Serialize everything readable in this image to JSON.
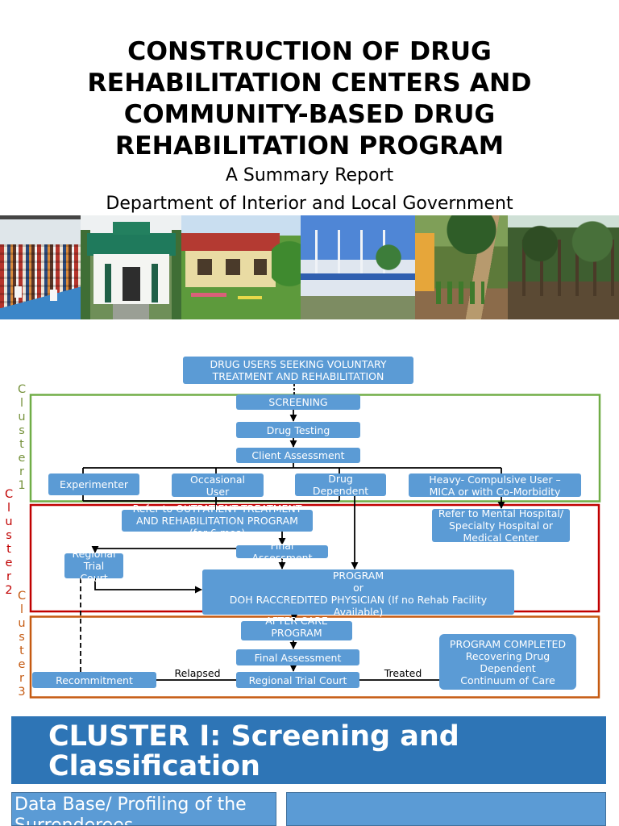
{
  "document": {
    "title_lines": [
      "CONSTRUCTION OF DRUG",
      "REHABILITATION CENTERS AND",
      "COMMUNITY-BASED DRUG",
      "REHABILITATION PROGRAM"
    ],
    "subtitle": "A Summary Report",
    "organization": "Department of Interior and Local Government"
  },
  "flowchart": {
    "nodes": {
      "intake": "DRUG USERS SEEKING VOLUNTARY\nTREATMENT AND REHABILITATION",
      "screening": "SCREENING",
      "drug_testing": "Drug Testing",
      "client_assessment": "Client Assessment",
      "experimenter": "Experimenter",
      "occasional_user": "Occasional\nUser",
      "drug_dependent": "Drug\nDependent",
      "heavy_user": "Heavy- Compulsive User –\nMICA or with Co-Morbidity",
      "outpatient_referral": "Refer to OUTPATIENT TREATMENT\nAND REHABILITATION PROGRAM\n(for 6 mos)",
      "mental_hospital_referral": "Refer to Mental Hospital/\nSpecialty Hospital or\nMedical Center",
      "court_cluster2": "Regional\nTrial\nCourt",
      "final_assessment_cluster2": "Final\nAssessment",
      "residential_program": "PROGRAM\nor\nDOH RACCREDITED PHYSICIAN (If no Rehab Facility\nAvailable)",
      "after_care": "AFTER CARE\nPROGRAM",
      "final_assessment_cluster3": "Final Assessment",
      "court_cluster3": "Regional Trial Court",
      "recommitment": "Recommitment",
      "program_completed": "PROGRAM COMPLETED\nRecovering Drug\nDependent\nContinuum of Care"
    },
    "edge_labels": {
      "relapsed": "Relapsed",
      "treated": "Treated"
    },
    "clusters": [
      {
        "label": "Cluster1",
        "color": "#76923C",
        "border_color": "#70AD47"
      },
      {
        "label": "Cluster2",
        "color": "#C00000",
        "border_color": "#C00000"
      },
      {
        "label": "Cluster3",
        "color": "#C55A11",
        "border_color": "#C55A11"
      }
    ]
  },
  "section": {
    "title": "CLUSTER I: Screening and Classification"
  },
  "table": {
    "cells": [
      "Data Base/ Profiling of the Surrenderees"
    ]
  },
  "colors": {
    "node_fill": "#5B9BD5",
    "banner_fill": "#2E75B6",
    "connector": "#000000"
  }
}
